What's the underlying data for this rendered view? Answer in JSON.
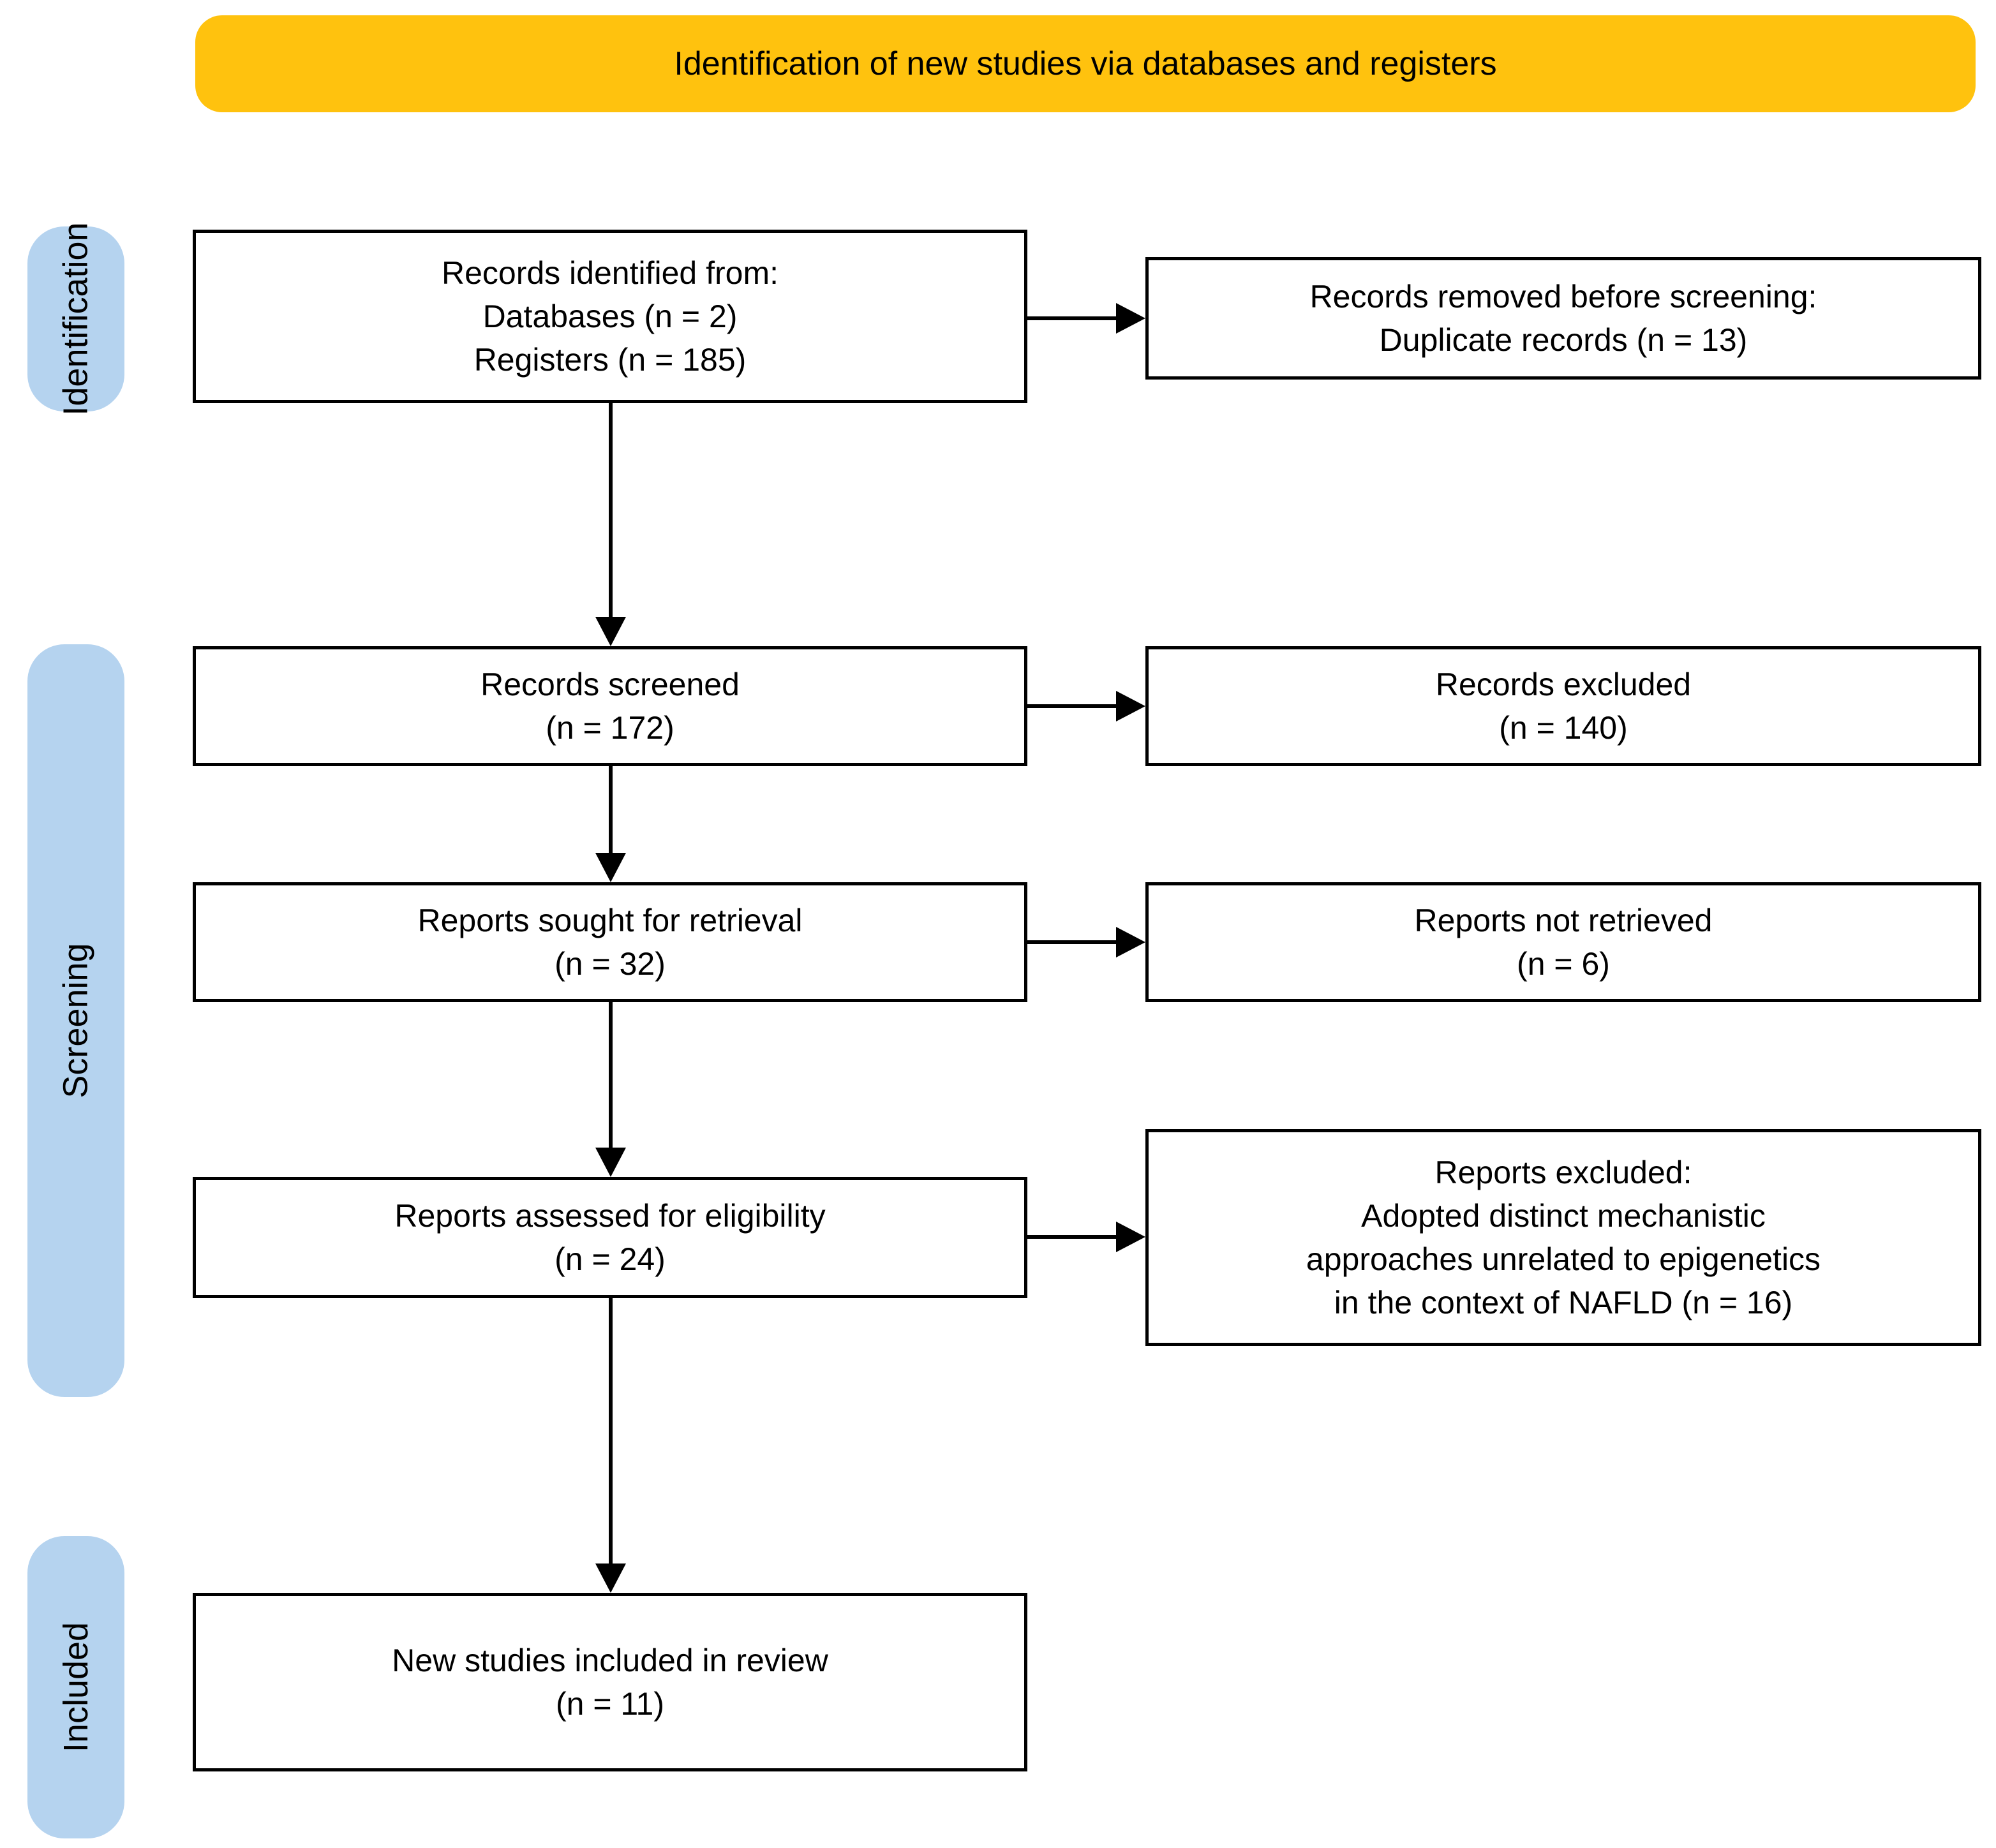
{
  "banner": {
    "label": "Identification of new studies via databases and registers"
  },
  "stages": [
    {
      "id": "identification",
      "label": "Identification"
    },
    {
      "id": "screening",
      "label": "Screening"
    },
    {
      "id": "included",
      "label": "Included"
    }
  ],
  "boxes": {
    "records_identified": "Records identified from:\nDatabases (n = 2)\nRegisters (n = 185)",
    "records_removed": "Records removed before screening:\nDuplicate records (n = 13)",
    "records_screened": "Records screened\n(n = 172)",
    "records_excluded": "Records excluded\n(n = 140)",
    "reports_sought": "Reports sought for retrieval\n(n = 32)",
    "reports_not_retrieved": "Reports not retrieved\n(n = 6)",
    "reports_assessed": "Reports assessed for eligibility\n(n = 24)",
    "reports_excluded": "Reports excluded:\nAdopted distinct mechanistic\napproaches unrelated to epigenetics\nin the context of NAFLD (n = 16)",
    "new_studies_included": "New studies included in review\n(n = 11)"
  },
  "counts": {
    "databases": 2,
    "registers": 185,
    "duplicates_removed": 13,
    "screened": 172,
    "excluded_screening": 140,
    "sought_retrieval": 32,
    "not_retrieved": 6,
    "assessed_eligibility": 24,
    "excluded_reports": 16,
    "included_in_review": 11
  },
  "colors": {
    "banner_bg": "#FFC20E",
    "stage_bg": "#B5D3EF",
    "box_border": "#000000",
    "arrow": "#000000",
    "text": "#000000"
  }
}
